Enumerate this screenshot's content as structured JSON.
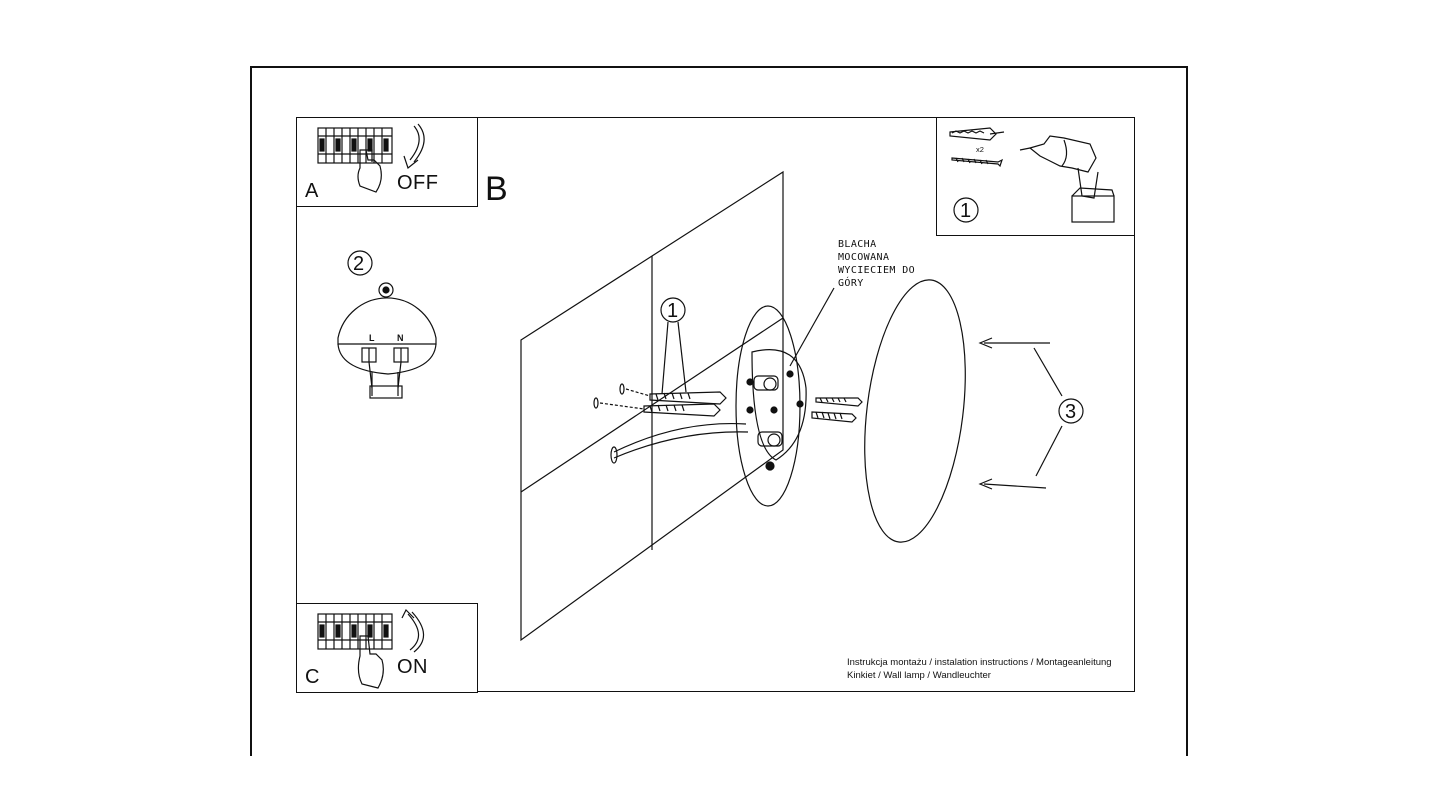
{
  "steps": {
    "a": {
      "letter": "A",
      "action": "OFF"
    },
    "b": {
      "letter": "B"
    },
    "c": {
      "letter": "C",
      "action": "ON"
    }
  },
  "callouts": {
    "drill_step": "1",
    "wiring_step": "2",
    "anchor_step": "1",
    "cover_step": "3",
    "quantity": "x2"
  },
  "terminal_labels": {
    "live": "L",
    "neutral": "N"
  },
  "mounting_note": "BLACHA\nMOCOWANA\nWYCIECIEM DO\nGÓRY",
  "footer": {
    "line1": "Instrukcja montażu / instalation instructions / Montageanleitung",
    "line2": "Kinkiet / Wall lamp / Wandleuchter"
  },
  "icons": [
    "breaker-panel-icon",
    "hand-icon",
    "rotate-arrow-icon",
    "drill-icon",
    "wall-plug-icon",
    "screw-icon"
  ]
}
